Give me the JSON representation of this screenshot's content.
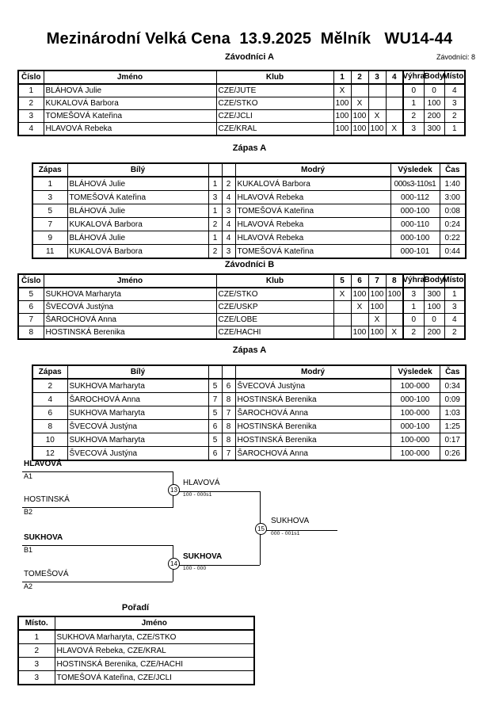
{
  "header": {
    "title": "Mezinárodní Velká Cena  13.9.2025  Mělník   WU14-44",
    "subtitle": "Závodníci A",
    "competitors_label": "Závodníci: 8"
  },
  "captions": {
    "group_b": "Závodníci B",
    "matches_a": "Zápas A",
    "matches_b": "Zápas A",
    "ranking": "Pořadí"
  },
  "standings_headers": {
    "number": "Číslo",
    "name": "Jméno",
    "club": "Klub",
    "wins": "Výhra",
    "points": "Body",
    "place": "Místo."
  },
  "group_a": {
    "cross_columns": [
      "1",
      "2",
      "3",
      "4"
    ],
    "rows": [
      {
        "number": "1",
        "name": "BLÁHOVÁ Julie",
        "club": "CZE/JUTE",
        "cells": [
          "X",
          "",
          "",
          ""
        ],
        "wins": "0",
        "points": "0",
        "place": "4"
      },
      {
        "number": "2",
        "name": "KUKALOVÁ Barbora",
        "club": "CZE/STKO",
        "cells": [
          "100",
          "X",
          "",
          ""
        ],
        "wins": "1",
        "points": "100",
        "place": "3"
      },
      {
        "number": "3",
        "name": "TOMEŠOVÁ Kateřina",
        "club": "CZE/JCLI",
        "cells": [
          "100",
          "100",
          "X",
          ""
        ],
        "wins": "2",
        "points": "200",
        "place": "2"
      },
      {
        "number": "4",
        "name": "HLAVOVÁ Rebeka",
        "club": "CZE/KRAL",
        "cells": [
          "100",
          "100",
          "100",
          "X"
        ],
        "wins": "3",
        "points": "300",
        "place": "1"
      }
    ]
  },
  "group_b": {
    "cross_columns": [
      "5",
      "6",
      "7",
      "8"
    ],
    "rows": [
      {
        "number": "5",
        "name": "SUKHOVA Marharyta",
        "club": "CZE/STKO",
        "cells": [
          "X",
          "100",
          "100",
          "100"
        ],
        "wins": "3",
        "points": "300",
        "place": "1"
      },
      {
        "number": "6",
        "name": "ŠVECOVÁ Justýna",
        "club": "CZE/USKP",
        "cells": [
          "",
          "X",
          "100",
          ""
        ],
        "wins": "1",
        "points": "100",
        "place": "3"
      },
      {
        "number": "7",
        "name": "ŠAROCHOVÁ Anna",
        "club": "CZE/LOBE",
        "cells": [
          "",
          "",
          "X",
          ""
        ],
        "wins": "0",
        "points": "0",
        "place": "4"
      },
      {
        "number": "8",
        "name": "HOSTINSKÁ Berenika",
        "club": "CZE/HACHI",
        "cells": [
          "",
          "100",
          "100",
          "X"
        ],
        "wins": "2",
        "points": "200",
        "place": "2"
      }
    ]
  },
  "match_headers": {
    "match": "Zápas",
    "white": "Bílý",
    "blue": "Modrý",
    "result": "Výsledek",
    "time": "Čas"
  },
  "matches_a": [
    {
      "match": "1",
      "white": "BLÁHOVÁ Julie",
      "white_no": "1",
      "blue_no": "2",
      "blue": "KUKALOVÁ Barbora",
      "result": "000s3-110s1",
      "time": "1:40",
      "winner": "blue"
    },
    {
      "match": "3",
      "white": "TOMEŠOVÁ Kateřina",
      "white_no": "3",
      "blue_no": "4",
      "blue": "HLAVOVÁ Rebeka",
      "result": "000-112",
      "time": "3:00",
      "winner": "blue"
    },
    {
      "match": "5",
      "white": "BLÁHOVÁ Julie",
      "white_no": "1",
      "blue_no": "3",
      "blue": "TOMEŠOVÁ Kateřina",
      "result": "000-100",
      "time": "0:08",
      "winner": "blue"
    },
    {
      "match": "7",
      "white": "KUKALOVÁ Barbora",
      "white_no": "2",
      "blue_no": "4",
      "blue": "HLAVOVÁ Rebeka",
      "result": "000-110",
      "time": "0:24",
      "winner": "blue"
    },
    {
      "match": "9",
      "white": "BLÁHOVÁ Julie",
      "white_no": "1",
      "blue_no": "4",
      "blue": "HLAVOVÁ Rebeka",
      "result": "000-100",
      "time": "0:22",
      "winner": "blue"
    },
    {
      "match": "11",
      "white": "KUKALOVÁ Barbora",
      "white_no": "2",
      "blue_no": "3",
      "blue": "TOMEŠOVÁ Kateřina",
      "result": "000-101",
      "time": "0:44",
      "winner": "blue"
    }
  ],
  "matches_b": [
    {
      "match": "2",
      "white": "SUKHOVA Marharyta",
      "white_no": "5",
      "blue_no": "6",
      "blue": "ŠVECOVÁ Justýna",
      "result": "100-000",
      "time": "0:34",
      "winner": "white"
    },
    {
      "match": "4",
      "white": "ŠAROCHOVÁ Anna",
      "white_no": "7",
      "blue_no": "8",
      "blue": "HOSTINSKÁ Berenika",
      "result": "000-100",
      "time": "0:09",
      "winner": "blue"
    },
    {
      "match": "6",
      "white": "SUKHOVA Marharyta",
      "white_no": "5",
      "blue_no": "7",
      "blue": "ŠAROCHOVÁ Anna",
      "result": "100-000",
      "time": "1:03",
      "winner": "white"
    },
    {
      "match": "8",
      "white": "ŠVECOVÁ Justýna",
      "white_no": "6",
      "blue_no": "8",
      "blue": "HOSTINSKÁ Berenika",
      "result": "000-100",
      "time": "1:25",
      "winner": "blue"
    },
    {
      "match": "10",
      "white": "SUKHOVA Marharyta",
      "white_no": "5",
      "blue_no": "8",
      "blue": "HOSTINSKÁ Berenika",
      "result": "100-000",
      "time": "0:17",
      "winner": "white"
    },
    {
      "match": "12",
      "white": "ŠVECOVÁ Justýna",
      "white_no": "6",
      "blue_no": "7",
      "blue": "ŠAROCHOVÁ Anna",
      "result": "100-000",
      "time": "0:26",
      "winner": "white"
    }
  ],
  "bracket": {
    "entries": [
      {
        "name": "HLAVOVÁ",
        "seed": "A1",
        "bold": true
      },
      {
        "name": "HOSTINSKÁ",
        "seed": "B2",
        "bold": false
      },
      {
        "name": "SUKHOVA",
        "seed": "B1",
        "bold": true
      },
      {
        "name": "TOMEŠOVÁ",
        "seed": "A2",
        "bold": false
      }
    ],
    "semifinals": [
      {
        "node": "13",
        "winner": "HLAVOVÁ",
        "score": "100 - 000s1"
      },
      {
        "node": "14",
        "winner": "SUKHOVA",
        "score": "100 - 000"
      }
    ],
    "final": {
      "node": "15",
      "winner": "SUKHOVA",
      "score": "000 - 001s1"
    }
  },
  "ranking_headers": {
    "place": "Místo.",
    "name": "Jméno"
  },
  "ranking": [
    {
      "place": "1",
      "name": "SUKHOVA Marharyta, CZE/STKO"
    },
    {
      "place": "2",
      "name": "HLAVOVÁ Rebeka, CZE/KRAL"
    },
    {
      "place": "3",
      "name": "HOSTINSKÁ Berenika, CZE/HACHI"
    },
    {
      "place": "3",
      "name": "TOMEŠOVÁ Kateřina, CZE/JCLI"
    }
  ]
}
